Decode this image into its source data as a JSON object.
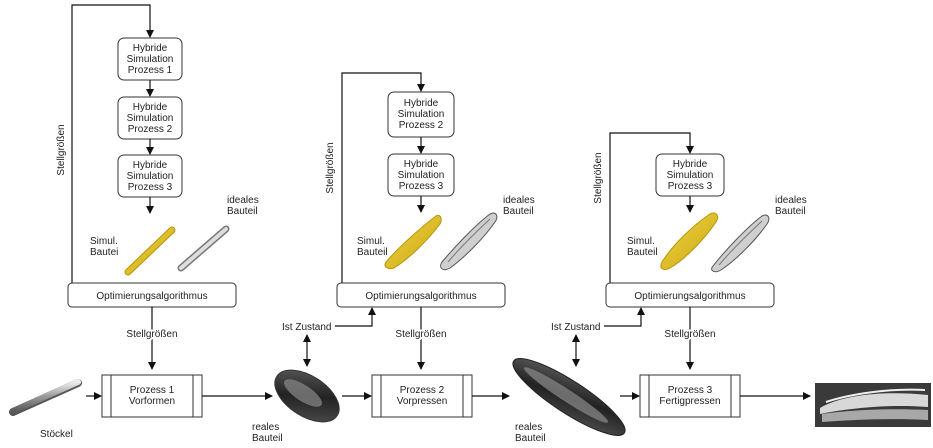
{
  "stages": [
    {
      "simulations": [
        "Hybride|Simulation|Prozess 1",
        "Hybride|Simulation|Prozess 2",
        "Hybride|Simulation|Prozess 3"
      ],
      "feedback_label": "Stellgrößen",
      "simul_label": "Simul.|Bautei",
      "ideal_label": "ideales|Bauteil",
      "optimizer": "Optimierungsalgorithmus",
      "output_label": "Stellgrößen",
      "process": "Prozess 1|Vorformen"
    },
    {
      "simulations": [
        "Hybride|Simulation|Prozess 2",
        "Hybride|Simulation|Prozess 3"
      ],
      "feedback_label": "Stellgrößen",
      "simul_label": "Simul.|Bauteil",
      "ideal_label": "ideales|Bauteil",
      "optimizer": "Optimierungsalgorithmus",
      "output_label": "Stellgrößen",
      "ist_label": "Ist Zustand",
      "process": "Prozess 2|Vorpressen"
    },
    {
      "simulations": [
        "Hybride|Simulation|Prozess 3"
      ],
      "feedback_label": "Stellgrößen",
      "simul_label": "Simul.|Bauteil",
      "ideal_label": "ideales|Bauteil",
      "optimizer": "Optimierungsalgorithmus",
      "output_label": "Stellgrößen",
      "ist_label": "Ist Zustand",
      "process": "Prozess 3|Fertigpressen"
    }
  ],
  "input_label": "Stöckel",
  "intermediate_labels": [
    "reales|Bauteil",
    "reales|Bauteil"
  ],
  "colors": {
    "simulated_part": "#e3c21a",
    "ideal_part": "#c8c8c8",
    "line": "#111111"
  }
}
